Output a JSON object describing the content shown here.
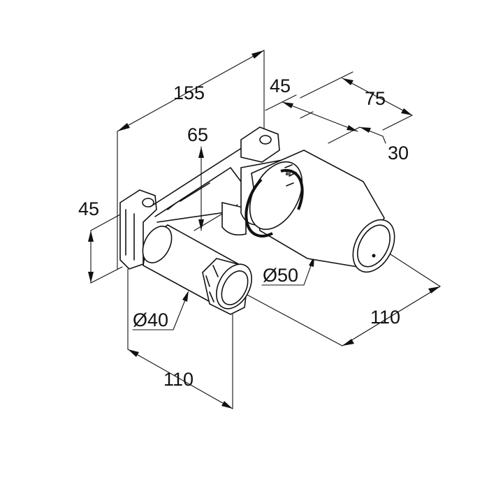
{
  "dimensions": {
    "overall_width": "155",
    "depth_top": "45",
    "body_length": "75",
    "wall_offset": "30",
    "height": "65",
    "left_height": "45",
    "outlet_diameter": "Ø50",
    "inlet_diameter": "Ø40",
    "right_length": "110",
    "bottom_length": "110"
  }
}
